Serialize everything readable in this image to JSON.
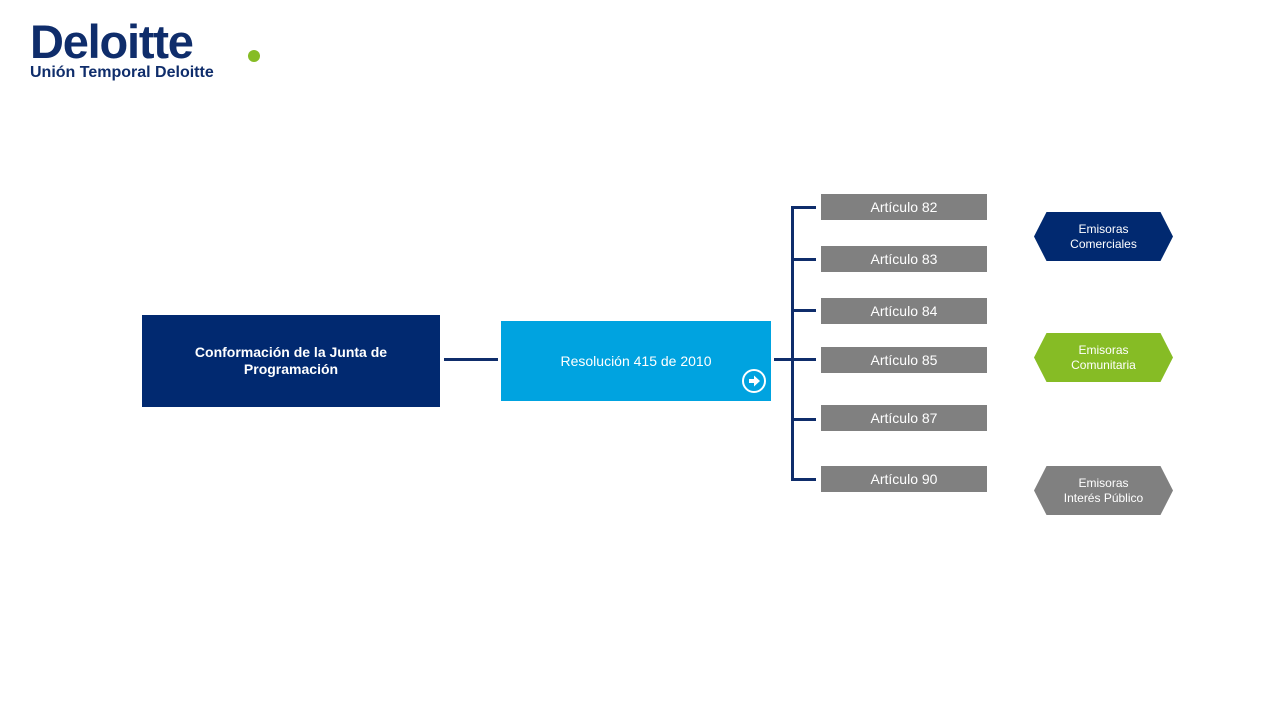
{
  "logo": {
    "wordmark": "Deloitte",
    "subtitle": "Unión Temporal Deloitte",
    "dot_color": "#86bc25",
    "brand_color": "#0f2d6b"
  },
  "diagram": {
    "root": {
      "label": "Conformación de la Junta de Programación",
      "color": "#012970"
    },
    "resolution": {
      "label": "Resolución 415 de 2010",
      "color": "#00a3e0",
      "action_icon": "arrow-right-circle-icon"
    },
    "articles": [
      {
        "label": "Artículo 82"
      },
      {
        "label": "Artículo 83"
      },
      {
        "label": "Artículo 84"
      },
      {
        "label": "Artículo 85"
      },
      {
        "label": "Artículo 87"
      },
      {
        "label": "Artículo 90"
      }
    ],
    "categories": [
      {
        "line1": "Emisoras",
        "line2": "Comerciales",
        "color": "#012970"
      },
      {
        "line1": "Emisoras",
        "line2": "Comunitaria",
        "color": "#86bc25"
      },
      {
        "line1": "Emisoras",
        "line2": "Interés Público",
        "color": "#808080"
      }
    ]
  }
}
